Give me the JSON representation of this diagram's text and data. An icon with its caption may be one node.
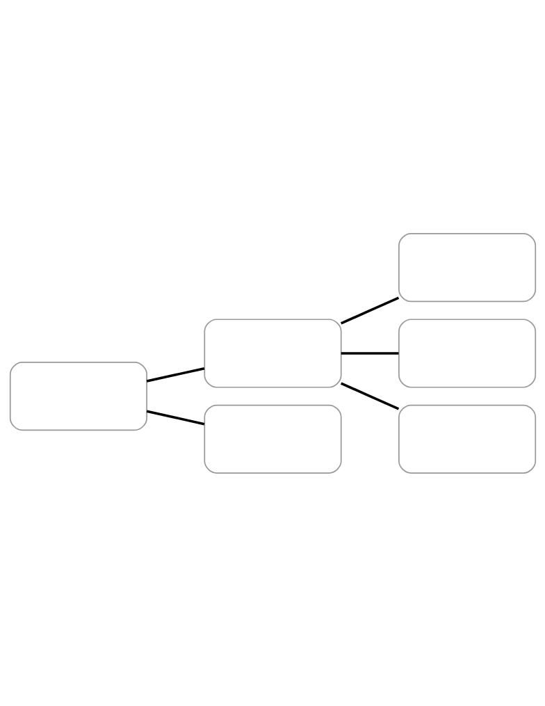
{
  "diagram": {
    "nodes": [
      {
        "text": [],
        "shape": "box"
      },
      {
        "text": [],
        "shape": "box"
      },
      {
        "text": [],
        "shape": "box"
      },
      {
        "text": [],
        "shape": "box"
      },
      {
        "text": [],
        "shape": "box"
      },
      {
        "text": [],
        "shape": "box"
      }
    ],
    "edges": [
      {
        "from": 0,
        "to": 1,
        "arrow": "none"
      },
      {
        "from": 0,
        "to": 2,
        "arrow": "none"
      },
      {
        "from": 1,
        "to": 3,
        "arrow": "none"
      },
      {
        "from": 1,
        "to": 4,
        "arrow": "none"
      },
      {
        "from": 1,
        "to": 5,
        "arrow": "none"
      }
    ]
  }
}
